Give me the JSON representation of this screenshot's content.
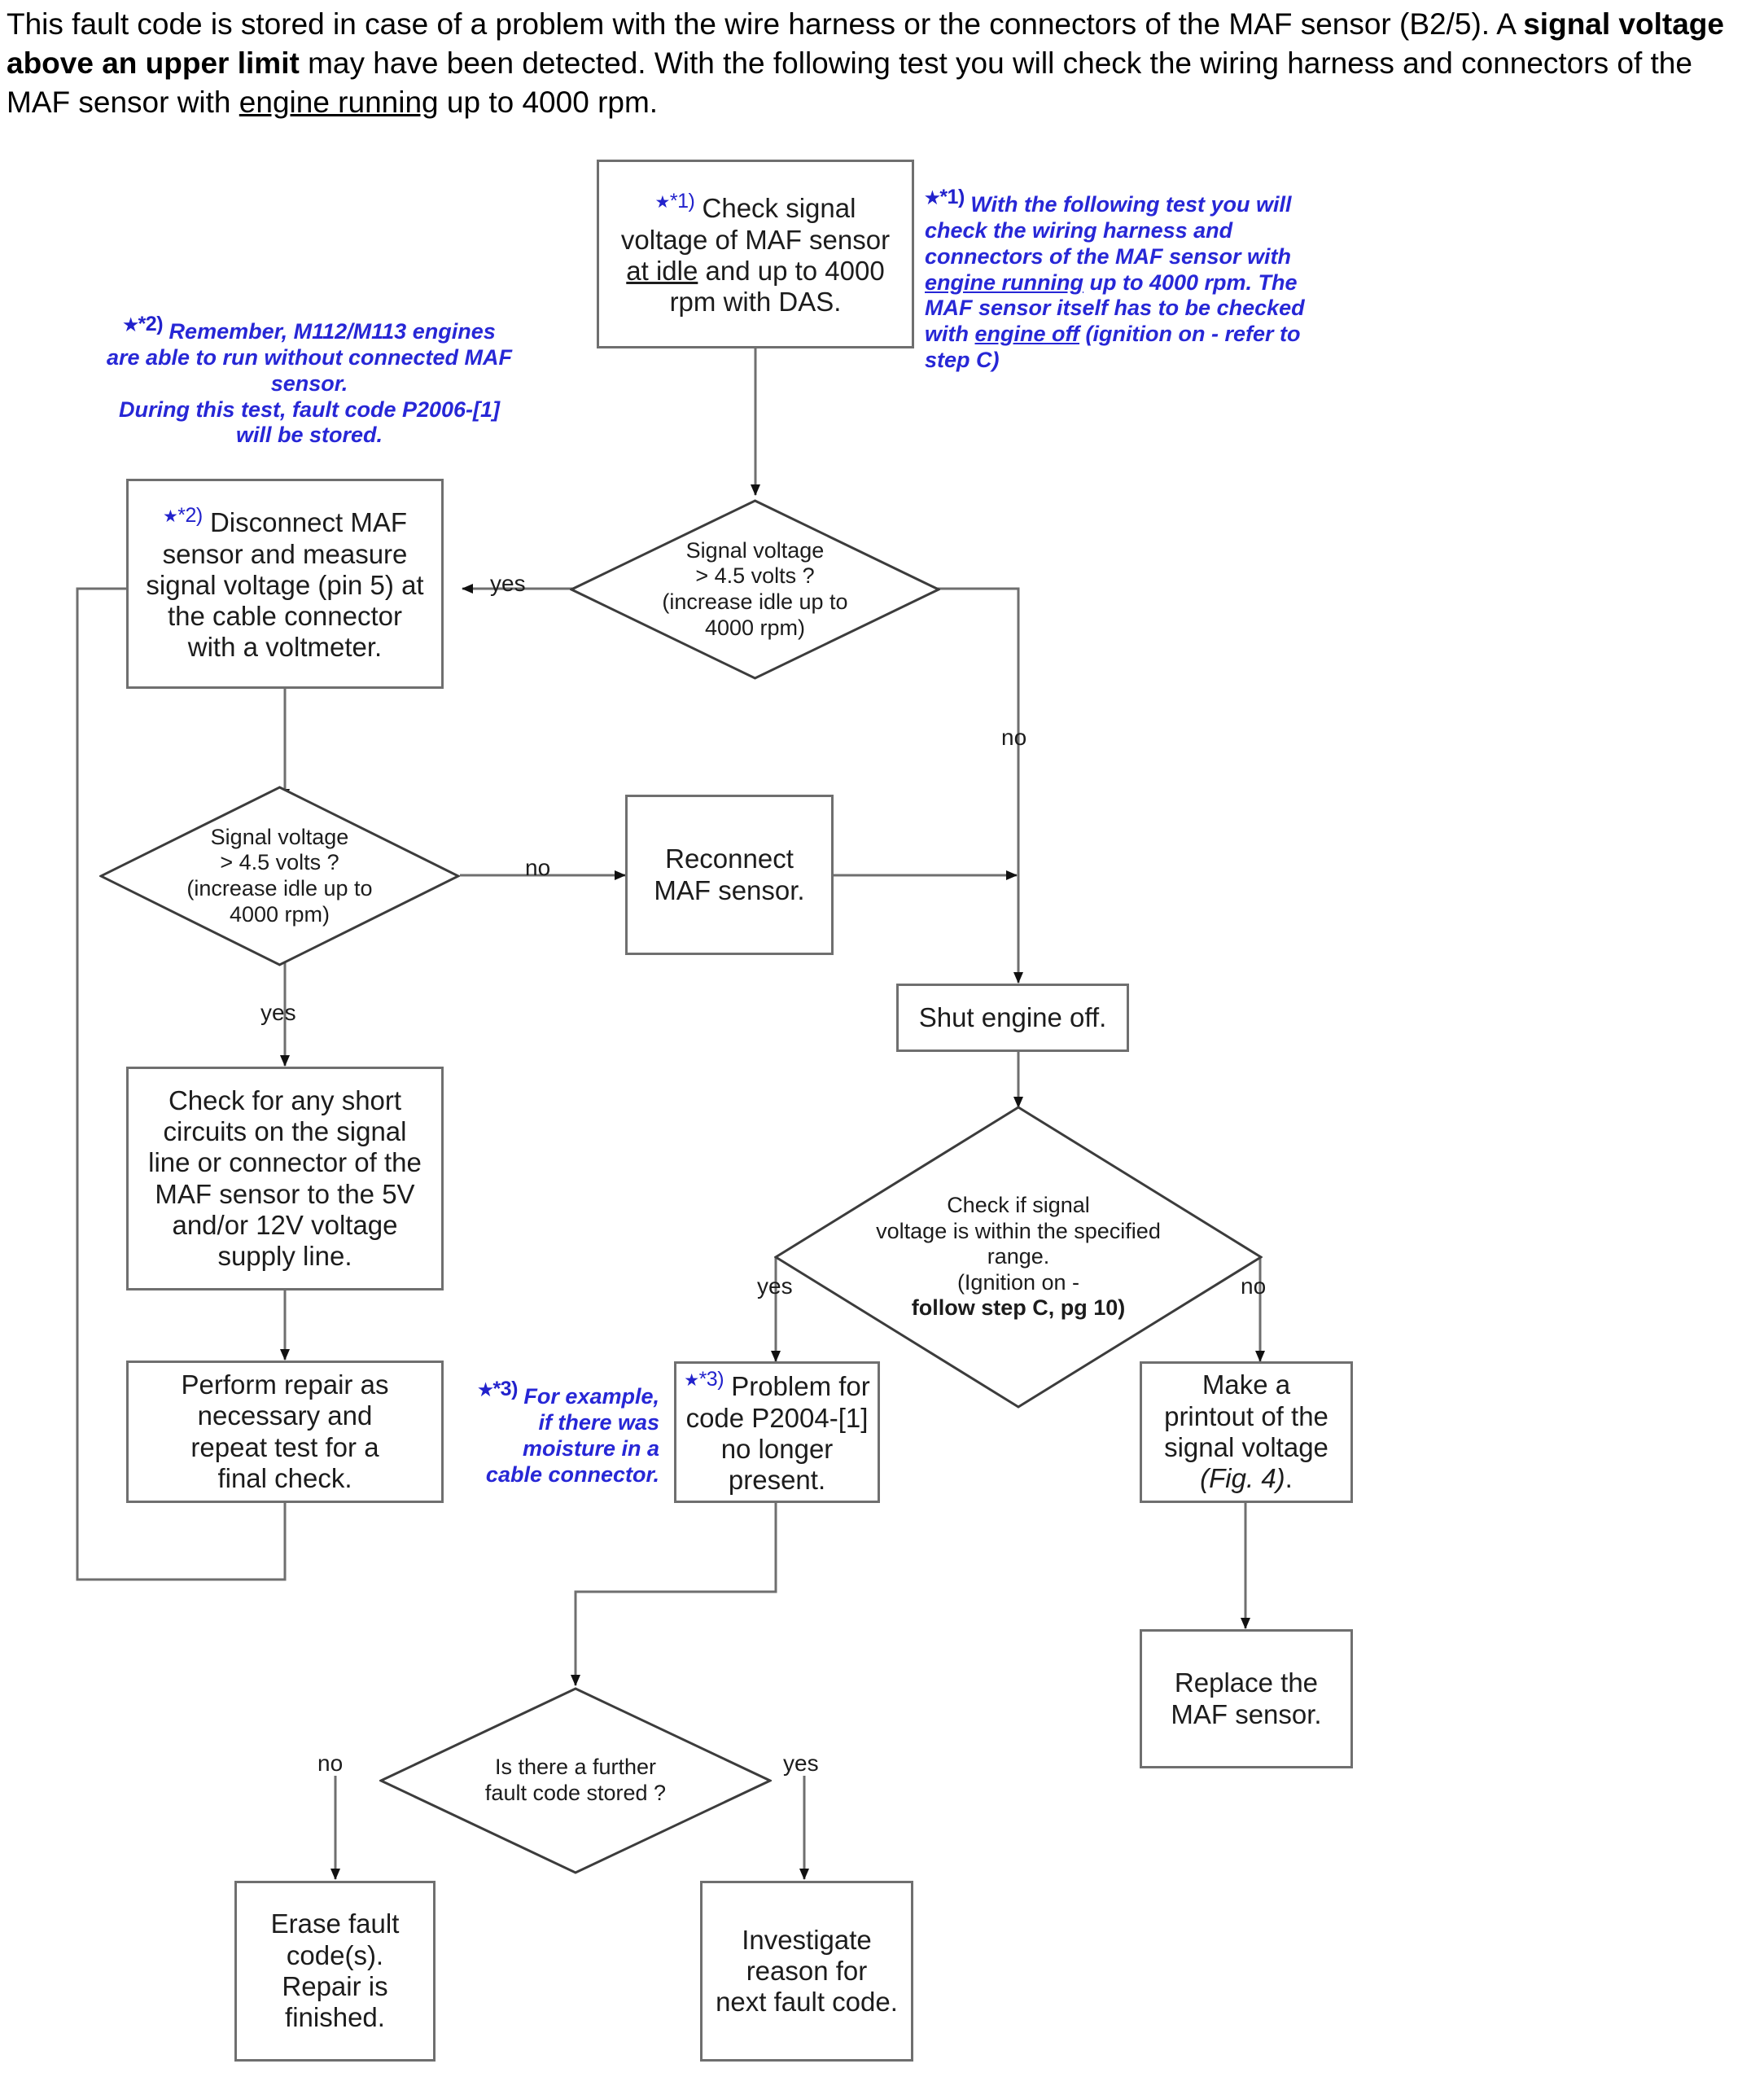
{
  "intro": {
    "line1_a": "This fault code is stored in case of a problem with the wire harness or the connectors of the  MAF sensor (B2/5). A ",
    "bold1": "signal voltage above an upper limit",
    "line1_b": " may have been detected. With the following test you will check the wiring harness and connectors of the  MAF sensor with ",
    "underline1": "engine running",
    "line1_c": " up to 4000 rpm."
  },
  "colors": {
    "note_blue": "#2727d6",
    "box_border": "#6f6f6f",
    "diamond_border": "#3c3c3c",
    "text": "#1c1c1c"
  },
  "nodes": {
    "check_signal_voltage": {
      "marker": "*1)",
      "line1": "Check signal",
      "line2": "voltage of  MAF sensor",
      "line3_u": "at idle",
      "line3_rest": " and up to 4000",
      "line4": "rpm with DAS."
    },
    "disconnect_maf": {
      "marker": "*2)",
      "line1": "Disconnect  MAF",
      "line2": "sensor and measure",
      "line3": "signal voltage (pin 5) at",
      "line4": "the cable connector",
      "line5": "with a voltmeter."
    },
    "decision_voltage_1": {
      "l1": "Signal voltage",
      "l2": "> 4.5 volts ?",
      "l3": "(increase idle up to",
      "l4": "4000 rpm)"
    },
    "decision_voltage_2": {
      "l1": "Signal voltage",
      "l2": "> 4.5 volts ?",
      "l3": "(increase idle up to",
      "l4": "4000 rpm)"
    },
    "reconnect_maf": {
      "l1": "Reconnect",
      "l2": "MAF sensor."
    },
    "shut_engine_off": {
      "l1": "Shut engine off."
    },
    "check_short_circuits": {
      "l1": "Check for any short",
      "l2": "circuits on the signal",
      "l3": "line or connector of the",
      "l4": "MAF sensor to the 5V",
      "l5": "and/or 12V voltage",
      "l6": "supply line."
    },
    "perform_repair": {
      "l1": "Perform repair as",
      "l2": "necessary and",
      "l3": "repeat test  for a",
      "l4": "final check."
    },
    "decision_range": {
      "l1": "Check if signal",
      "l2": "voltage is within the specified",
      "l3": "range.",
      "l4": "(Ignition on -",
      "l5_bold": "follow step C, pg 10)"
    },
    "problem_resolved": {
      "marker": "*3)",
      "l1": "Problem for",
      "l2": "code P2004-[1]",
      "l3": "no longer",
      "l4": "present."
    },
    "make_printout": {
      "l1": "Make a",
      "l2": "printout of the",
      "l3": "signal voltage",
      "l4_i": "(Fig. 4)",
      "l4_rest": "."
    },
    "replace_maf": {
      "l1": "Replace the",
      "l2": "MAF sensor."
    },
    "decision_further_code": {
      "l1": "Is there a further",
      "l2": "fault code stored ?"
    },
    "erase_fault_codes": {
      "l1": "Erase fault",
      "l2": "code(s).",
      "l3": "Repair is",
      "l4": "finished."
    },
    "investigate_reason": {
      "l1": "Investigate",
      "l2": "reason for",
      "l3": "next fault code."
    }
  },
  "edge_labels": {
    "d1_yes": "yes",
    "d1_no": "no",
    "d2_yes": "yes",
    "d2_no": "no",
    "d3_yes": "yes",
    "d3_no": "no",
    "d4_no": "no",
    "d4_yes": "yes"
  },
  "notes": {
    "note1": {
      "marker": "*1)",
      "t1": " With the following test you will check the wiring harness and connectors of the  MAF sensor with ",
      "u1": "engine running",
      "t2": " up to 4000 rpm. The  MAF sensor itself has to be checked with ",
      "u2": "engine off",
      "t3": " (ignition on - refer to step C)"
    },
    "note2": {
      "marker": "*2)",
      "t1": " Remember, M112/M113 engines are able to run without connected MAF sensor.",
      "t2": "During this test, fault code P2006-[1] will be stored."
    },
    "note3": {
      "marker": "*3)",
      "t1": " For example, if there was moisture in a cable connector."
    }
  }
}
